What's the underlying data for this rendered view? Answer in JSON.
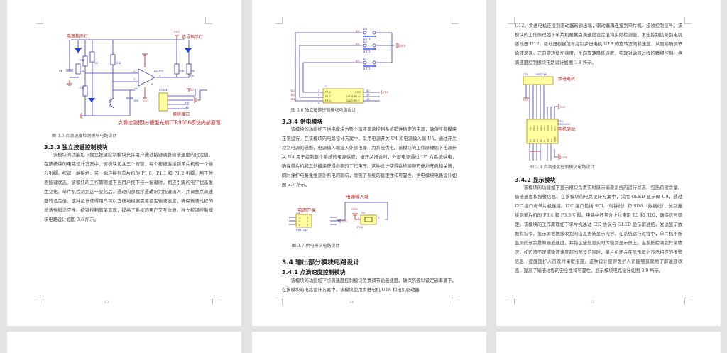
{
  "pages": [
    {
      "number": "13",
      "figure": {
        "labels": {
          "power_led": "电源指示灯",
          "signal_led": "信号指示灯",
          "vcc": "VCC",
          "r10k_a": "10K",
          "r1k_a": "1K",
          "r10k_b": "10K",
          "r1k_b": "1K",
          "r10k_c": "10K",
          "r10k_d": "10K",
          "r1k_c": "1K",
          "c04": "04",
          "c104": "104",
          "chip": "LM393",
          "pin2": "2",
          "pin3": "3",
          "pin1": "1",
          "a_unit": "A",
          "a0": "A0",
          "d0": "D0",
          "com": "COM4",
          "pins": [
            "1",
            "2",
            "3",
            "4"
          ],
          "interface": "模块接口",
          "title": "点滴检测模块-槽型光耦ITR9606模块内部原理图"
        },
        "caption": "图 3.5 点滴速度检测模块电路设计"
      },
      "section": {
        "heading": "3.3.3 独立按键控制模块",
        "paragraph": "该模块的功能如下独立按键控制模块允许用户通过按键调整输液速度的设定值。在该模块的电路设计方案中，该模块包含三个按键，每个按键连接到单片机的一个输入引脚。按键一端接地，另一端连接到单片机的 P1.0、P1.1 和 P1.2 引脚，用于检测按键状态。该模块的工作原理如下当用户按下任一按键时，相应引脚的电平状态发生变化。单片机检测到这一变化后，通过内部程序逻辑识别按键输入，并调整点滴速度的设定值。这种设计使得用户可以方便地根据需要设定输液速度，确保输液过程的灵活性和适应性。按键控制简单直观，提高了系统的用户交互体验。独立按键控制模块电路设计如图 3.6 所示。"
      }
    },
    {
      "number": "14",
      "figure_keys": {
        "keys": [
          {
            "net": "K3",
            "ref": "K3",
            "type": "KEY1"
          },
          {
            "net": "K2",
            "ref": "K2",
            "type": "KEY1"
          },
          {
            "net": "K1",
            "ref": "K1",
            "type": "KEY1"
          }
        ],
        "gnd": "GND",
        "chip_ref": "U1",
        "left_nets": [
          "K1",
          "K2",
          "K3"
        ],
        "left_pins": [
          "1",
          "2",
          "3",
          "4"
        ],
        "left_names": [
          "P1.0",
          "P1.1",
          "P1.2"
        ],
        "right_names": [
          "VCC",
          "(AD0)P0.0",
          "(AD1)P0.1"
        ],
        "right_pins": [
          "40",
          "39",
          "38",
          "37"
        ],
        "vcc": "VCC",
        "caption": "图 3.6 独立按键控制模块电路设计"
      },
      "section_power": {
        "heading": "3.3.4 供电模块",
        "paragraph": "该模块的功能如下供电模块为整个输液滴速控制系统提供稳定的电源，确保所有模块正常运行。在该模块的电路设计方案中，采用电源开关 U4 和电源输入端 U5，通过开关控制电源的通断，电源输入端接入外部电源，为系统供电。该模块的工作原理如下电源开关 U4 用于控制整个系统的电源供应，当开关闭合时，外部电源通过 U5 为系统供电，确保单片机和其他模块获得必要的工作电压。这种设计使得系统能够方便地开启和关闭，同时保护电路免受意外断电的影响，增强了系统的稳定性和可靠性。供电模块电路设计如图 3.7 所示。"
      },
      "figure_power": {
        "input_label": "电源输入端",
        "switch_label": "电源开关",
        "switch_ref": "U4",
        "switch_type": "SWITCH",
        "switch_pins_left": [
          "2",
          "4",
          "6"
        ],
        "switch_pins_right": [
          "1",
          "3",
          "5"
        ],
        "vcc": "VCC",
        "gnd": "GND",
        "jack_ref": "U5",
        "jack_type": "POW",
        "jack_pins": [
          "2",
          "1"
        ],
        "caption": "图 3.7 供电模块电路设计"
      },
      "section_output": {
        "heading": "3.4  输出部分模块电路设计",
        "sub_heading": "3.4.1 点滴速度控制模块",
        "paragraph": "该模块的功能如下点滴速度控制模块负责调节输液速度，确保药液以设定速率滴下。在该模块的电路设计方案中，该模块使用步进电机 U18 和电机驱动器"
      }
    },
    {
      "number": "15",
      "paragraph_top": "U12。步进电机连接到驱动器的输出端，驱动器再连接到单片机，接收控制信号。该模块的工作原理如下单片机根据点滴速度设定值和实际检测值，发出控制信号到电机驱动器 U12，驱动器根据信号控制步进电机 U18 的旋转方向和速度，从而精确调节输液滴速。正向旋转增加速度，反向旋转降低速度，实现对输液过程的精细控制。点滴速度控制模块电路设计如图 3.8 所示。",
      "figure_motor": {
        "motor_ref": "U18",
        "motor_type": "28BYJ-48",
        "motor_label": "步进电机",
        "vcc": "VCC",
        "driver_ref": "U12",
        "driver_type": "ULN2003",
        "driver_label": "电机驱动",
        "outputs": [
          "Out1",
          "Out2",
          "Out3",
          "Out4",
          "Out5",
          "Out6",
          "Out7",
          "VCC"
        ],
        "inputs": [
          "In1",
          "In2",
          "In3",
          "In4",
          "In5",
          "In6",
          "In7",
          "GND"
        ],
        "gnd": "GND",
        "caption": "图 3.8 点滴速度控制模块电路设计"
      },
      "section_display": {
        "heading": "3.4.2 显示模块",
        "paragraph": "该模块的功能如下显示模块负责实时展示输液系统的运行状态，包括药液余量、输液速度和报警信息。在该模块的电路设计方案中，采用 OLED 显示屏 U9，通过 I2C 接口与单片机连接。I2C 接口包括 SCL（时钟线）和 SDA（数据线），分别连接到单片机的 P3.4 和 P3.3 引脚。电路中还包含上拉电阻 R5 和 R10，确保信号稳定。该模块的工作原理如下单片机通过 I2C 协议与 OLED 显示屏通信，发送显示数据和指令。显示屏根据接收到的信息更新显示内容。在系统运行过程中，单片机不断监测药液余量和输液速度，并将这些信息实时传输到显示屏上。当系统检测到异常情况，如药液不足或输液速度超出预设范围时，单片机还会在显示屏上显示相应的报警信息，提醒医护人员及时采取措施。这种设计使得医护人员能够直观地了解输液状态，提高了输液过程的安全性和可靠性。显示模块电路设计如图 3.9 所示。"
      }
    }
  ],
  "colors": {
    "wire": "#3a3aa8",
    "label_red": "#b02020",
    "component_fill": "#ffffa0",
    "component_border": "#b08030",
    "background": "#e3e3e3"
  }
}
